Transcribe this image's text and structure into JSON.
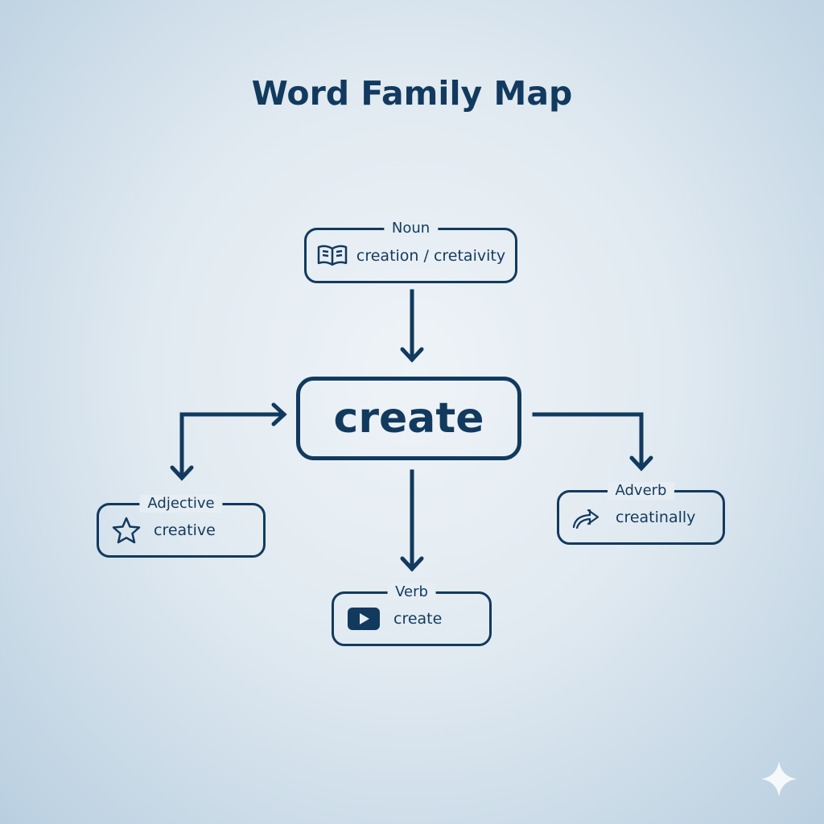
{
  "title": "Word Family Map",
  "center": {
    "word": "create"
  },
  "nodes": {
    "noun": {
      "label": "Noun",
      "text": "creation / cretaivity",
      "icon": "book-icon"
    },
    "adjective": {
      "label": "Adjective",
      "text": "creative",
      "icon": "star-icon"
    },
    "verb": {
      "label": "Verb",
      "text": "create",
      "icon": "play-icon"
    },
    "adverb": {
      "label": "Adverb",
      "text": "creatinally",
      "icon": "curved-arrow-icon"
    }
  },
  "colors": {
    "ink": "#123a5e",
    "background": "#e1eaf1"
  }
}
